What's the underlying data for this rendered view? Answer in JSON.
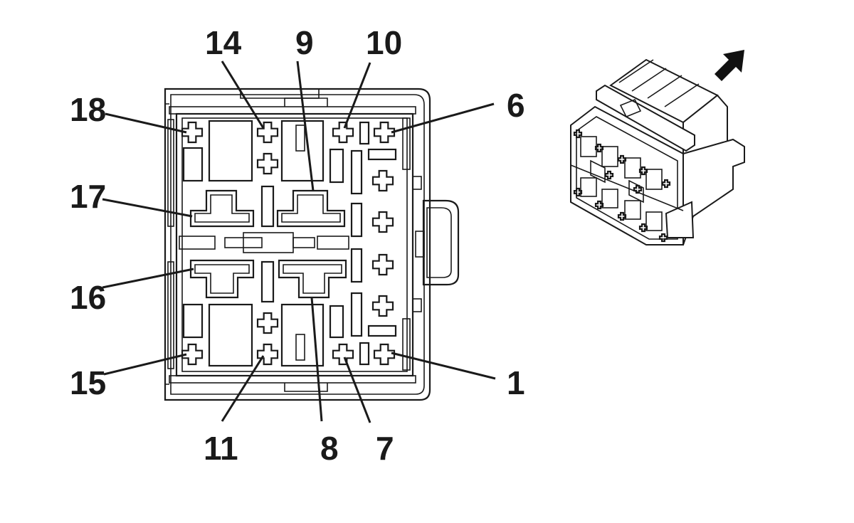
{
  "diagram": {
    "pin_labels": {
      "p18": "18",
      "p14": "14",
      "p9": "9",
      "p10": "10",
      "p6": "6",
      "p17": "17",
      "p16": "16",
      "p15": "15",
      "p11": "11",
      "p8": "8",
      "p7": "7",
      "p1": "1"
    },
    "colors": {
      "line": "#1a1a1a",
      "background": "#ffffff"
    },
    "icons": {
      "direction_arrow": "arrow-up-right-icon",
      "connector_view": "connector-isometric-icon"
    }
  }
}
